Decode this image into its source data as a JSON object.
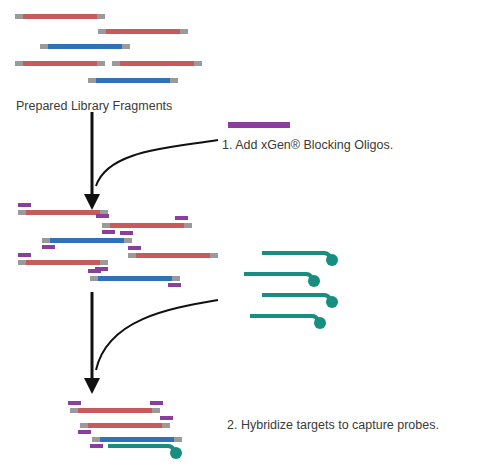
{
  "diagram": {
    "labels": [
      "Prepared Library Fragments",
      "1. Add xGen® Blocking Oligos.",
      "2. Hybridize targets to capture probes."
    ]
  }
}
